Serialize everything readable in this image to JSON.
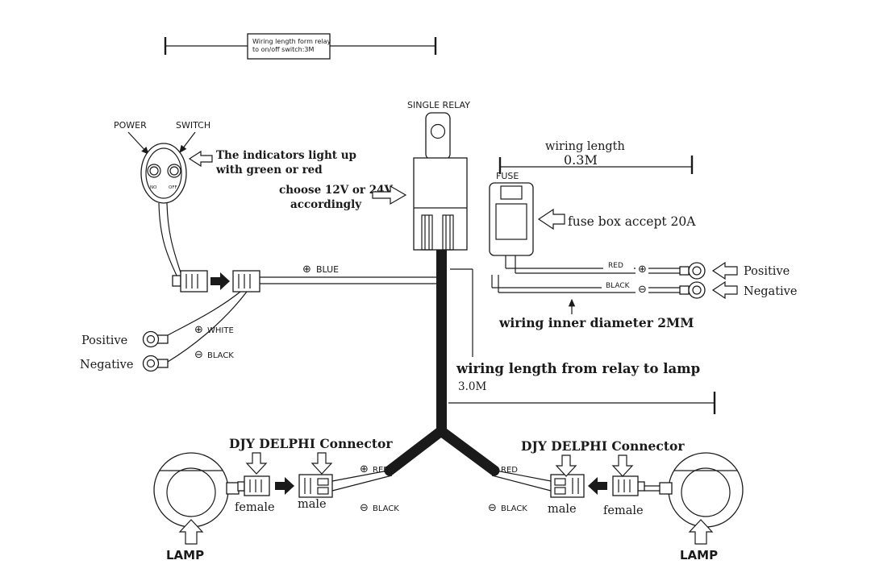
{
  "colors": {
    "ink": "#1a1a1a",
    "background": "#ffffff"
  },
  "top_ruler": {
    "label_line1": "Wiring length form relay",
    "label_line2": "to on/off switch:3M"
  },
  "switch_assembly": {
    "power_label": "POWER",
    "switch_label": "SWITCH",
    "indicator_no": "NO",
    "indicator_off": "OFF",
    "note_line1": "The indicators light up",
    "note_line2": "with green or red"
  },
  "relay": {
    "title": "SINGLE RELAY",
    "voltage_note_line1": "choose  12V or 24V",
    "voltage_note_line2": "accordingly"
  },
  "ruler_03m": {
    "label": "wiring length",
    "value": "0.3M"
  },
  "fuse": {
    "title": "FUSE",
    "note": "fuse box accept 20A"
  },
  "switch_wires": {
    "blue_symbol": "⊕",
    "blue_label": "BLUE",
    "white_symbol": "⊕",
    "white_label": "WHITE",
    "black_symbol": "⊖",
    "black_label": "BLACK",
    "positive": "Positive",
    "negative": "Negative"
  },
  "battery_wires": {
    "red_label": "RED",
    "red_symbol": "⊕",
    "black_label": "BLACK",
    "black_symbol": "⊖",
    "positive": "Positive",
    "negative": "Negative",
    "diameter_note": "wiring inner diameter 2MM"
  },
  "relay_to_lamp": {
    "note": "wiring length from relay to lamp",
    "value": "3.0M"
  },
  "left_lamp": {
    "connector_title": "DJY DELPHI Connector",
    "female_label": "female",
    "male_label": "male",
    "red_symbol": "⊕",
    "red_label": "RED",
    "black_symbol": "⊖",
    "black_label": "BLACK",
    "lamp_label": "LAMP"
  },
  "right_lamp": {
    "connector_title": "DJY DELPHI Connector",
    "female_label": "female",
    "male_label": "male",
    "red_symbol": "⊕",
    "red_label": "RED",
    "black_symbol": "⊖",
    "black_label": "BLACK",
    "lamp_label": "LAMP"
  }
}
